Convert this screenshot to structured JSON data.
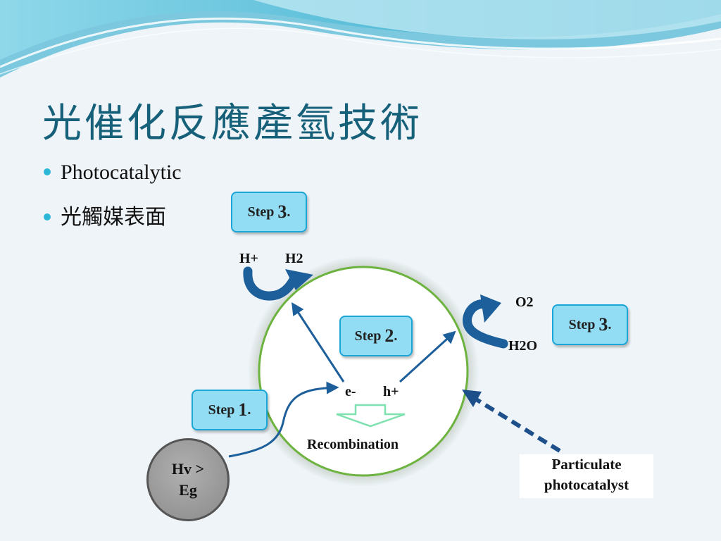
{
  "title": "光催化反應產氫技術",
  "bullets": [
    "Photocatalytic",
    "光觸媒表面"
  ],
  "steps": {
    "step1": {
      "text": "Step ",
      "num": "1",
      "suffix": "."
    },
    "step2": {
      "text": "Step ",
      "num": "2",
      "suffix": "."
    },
    "step3_top": {
      "text": "Step ",
      "num": "3",
      "suffix": "."
    },
    "step3_right": {
      "text": "Step ",
      "num": "3",
      "suffix": "."
    }
  },
  "labels": {
    "h_plus_top": "H+",
    "h2": "H2",
    "o2": "O2",
    "h2o": "H2O",
    "e_minus": "e-",
    "h_plus": "h+",
    "recombination": "Recombination"
  },
  "energy": {
    "line1": "Hv >",
    "line2": "Eg"
  },
  "particulate": {
    "line1": "Particulate",
    "line2": "photocatalyst"
  },
  "colors": {
    "title": "#17607a",
    "arrow": "#1d5f9a",
    "circle_border": "#6db33f",
    "step_box": "#92dcf4",
    "recomb_arrow": "#7fe0b0"
  }
}
